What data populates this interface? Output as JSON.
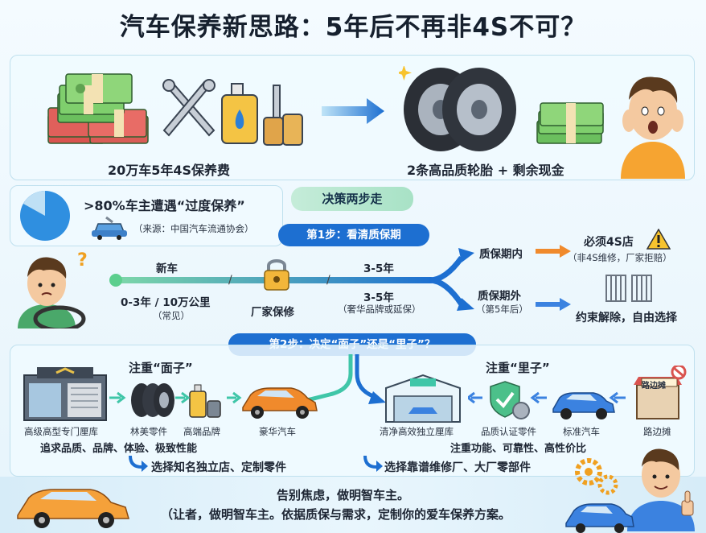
{
  "title": "汽车保养新思路：5年后不再非4S不可？",
  "top": {
    "left_caption": "20万车5年4S保养费",
    "right_caption": "2条高品质轮胎 + 剩余现金"
  },
  "stat": {
    "headline": ">80%车主遭遇“过度保养”",
    "source": "（来源：中国汽车流通协会）"
  },
  "decision": {
    "heading": "决策两步走",
    "step1": "第1步：看清质保期",
    "step2": "第2步：决定“面子”还是“里子”？"
  },
  "timeline": {
    "new_car": "新车",
    "range_a": "0-3年 / 10万公里",
    "range_a_note": "（常见）",
    "lock_label": "厂家保修",
    "range_b": "3-5年",
    "range_c": "3-5年",
    "range_c_note": "（奢华品牌或延保）"
  },
  "warranty": {
    "in_label": "质保期内",
    "in_result": "必须4S店",
    "in_note": "（非4S维修，厂家拒赔）",
    "out_label": "质保期外",
    "out_note": "（第5年后）",
    "out_result": "约束解除，自由选择"
  },
  "face": {
    "heading": "注重“面子”",
    "items": [
      "高级高型专门厘库",
      "林美零件",
      "高端品牌",
      "豪华汽车"
    ],
    "desc": "追求品质、品牌、体验、极致性能",
    "choice": "选择知名独立店、定制零件"
  },
  "substance": {
    "heading": "注重“里子”",
    "items": [
      "清净高效独立厘库",
      "品质认证零件",
      "标准汽车",
      "路边摊"
    ],
    "desc": "注重功能、可靠性、高性价比",
    "choice": "选择靠谱维修厂、大厂零部件",
    "stall_sign": "路边摊"
  },
  "footer": {
    "line1": "告别焦虑，做明智车主。",
    "line2": "（让者，做明智车主。依据质保与需求，定制你的爱车保养方案。"
  },
  "colors": {
    "accent_blue": "#1d6fd1",
    "accent_green": "#39c08a",
    "warning_orange": "#f08a2c",
    "cash_green": "#5aae5c"
  }
}
